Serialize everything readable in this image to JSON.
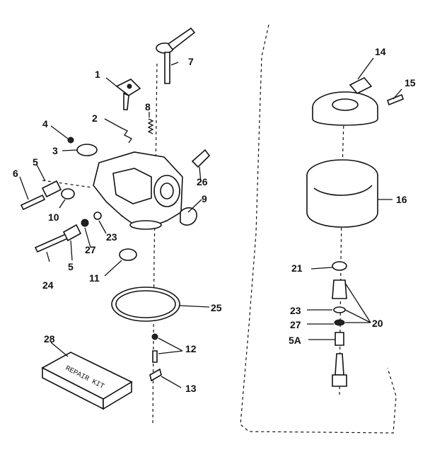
{
  "labels": {
    "l1": "1",
    "l2": "2",
    "l3": "3",
    "l4": "4",
    "l5a": "5",
    "l5b": "5",
    "l5A": "5A",
    "l6": "6",
    "l7": "7",
    "l8": "8",
    "l9": "9",
    "l10": "10",
    "l11": "11",
    "l12": "12",
    "l13": "13",
    "l14": "14",
    "l15": "15",
    "l16": "16",
    "l20": "20",
    "l21": "21",
    "l23a": "23",
    "l23b": "23",
    "l24": "24",
    "l25": "25",
    "l26": "26",
    "l27a": "27",
    "l27b": "27",
    "l28": "28"
  },
  "kit_text": "REPAIR KIT"
}
